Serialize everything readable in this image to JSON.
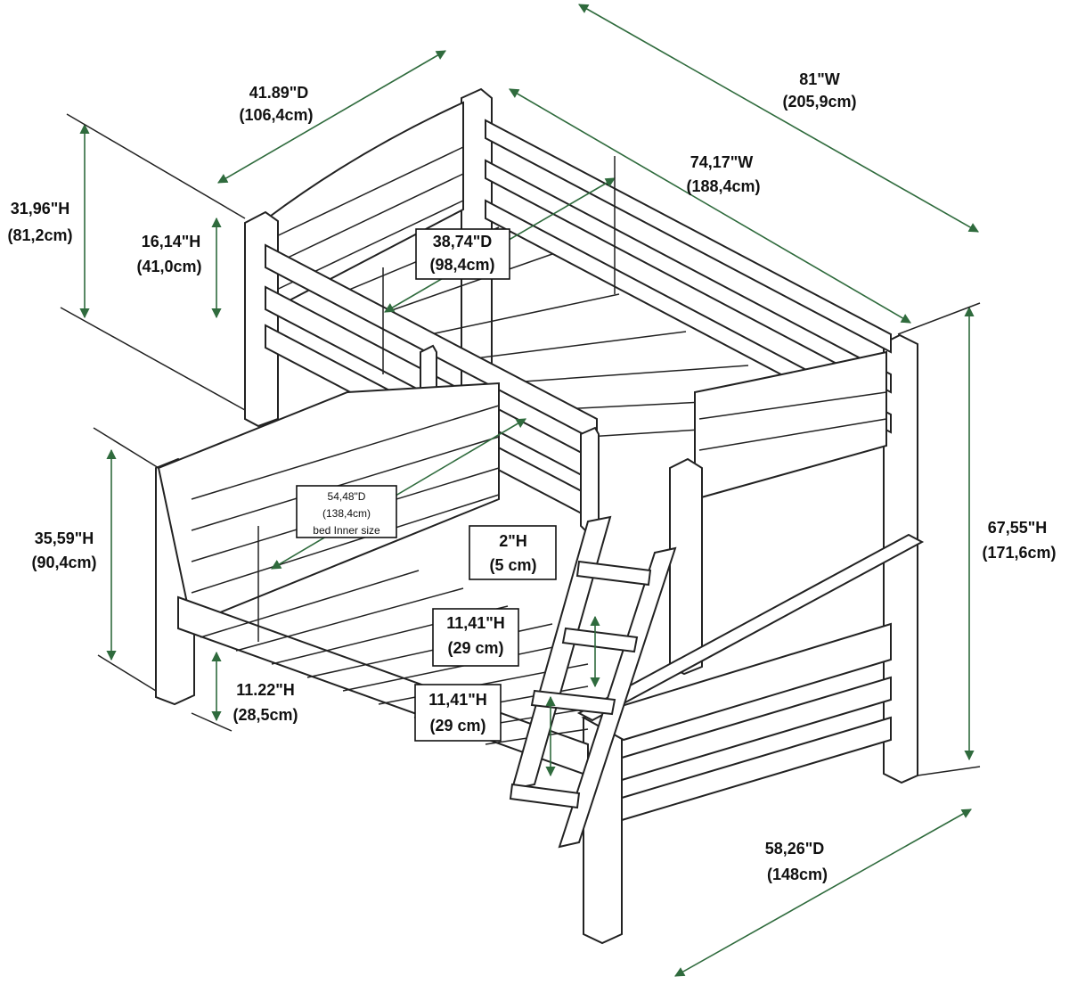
{
  "colors": {
    "dimension": "#2f6b3d",
    "outline": "#222222",
    "background": "#ffffff"
  },
  "labels": {
    "top_depth": {
      "line1": "41.89\"D",
      "line2": "(106,4cm)"
    },
    "width": {
      "line1": "81\"W",
      "line2": "(205,9cm)"
    },
    "inner_width": {
      "line1": "74,17\"W",
      "line2": "(188,4cm)"
    },
    "total_top": {
      "line1": "31,96\"H",
      "line2": "(81,2cm)"
    },
    "rail_height": {
      "line1": "16,14\"H",
      "line2": "(41,0cm)"
    },
    "top_inner": {
      "line1": "38,74\"D",
      "line2": "(98,4cm)"
    },
    "bottom_inner": {
      "line1": "54,48\"D",
      "line2": "(138,4cm)",
      "line3": "bed Inner size"
    },
    "bottom_height": {
      "line1": "35,59\"H",
      "line2": "(90,4cm)"
    },
    "step_thick": {
      "line1": "2\"H",
      "line2": "(5 cm)"
    },
    "step_gap1": {
      "line1": "11,41\"H",
      "line2": "(29 cm)"
    },
    "step_gap2": {
      "line1": "11,41\"H",
      "line2": "(29 cm)"
    },
    "clearance": {
      "line1": "11.22\"H",
      "line2": "(28,5cm)"
    },
    "total_height": {
      "line1": "67,55\"H",
      "line2": "(171,6cm)"
    },
    "bottom_depth": {
      "line1": "58,26\"D",
      "line2": "(148cm)"
    }
  }
}
